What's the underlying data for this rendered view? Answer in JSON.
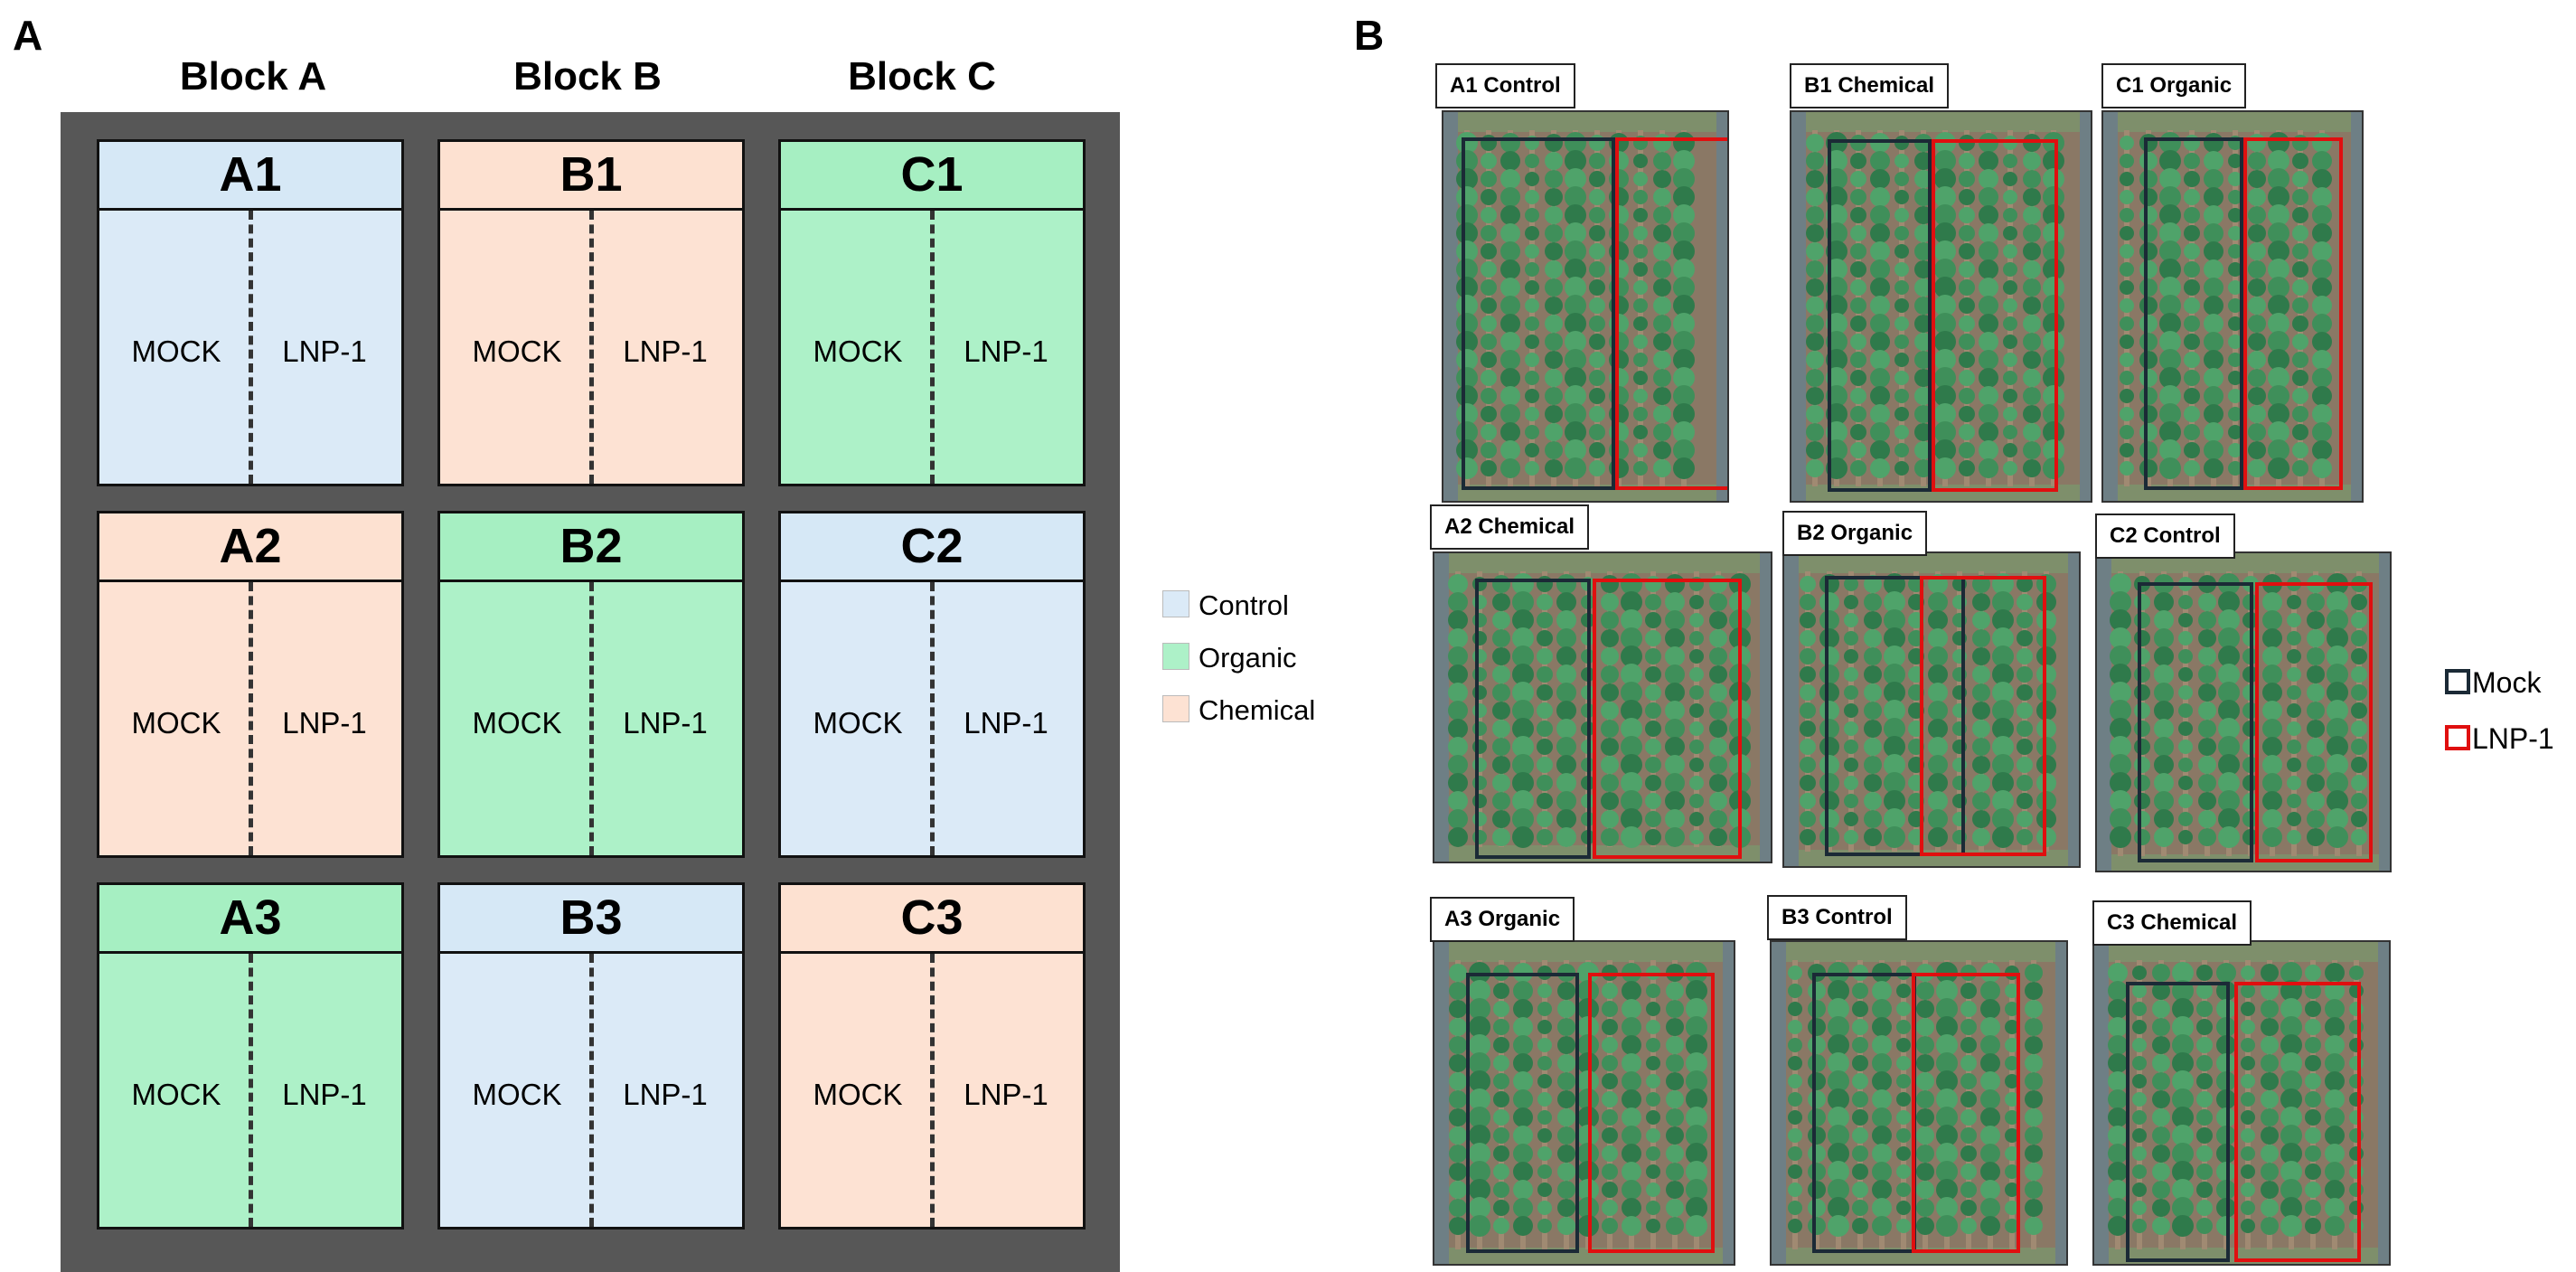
{
  "panel_a": {
    "letter": "A",
    "blocks": [
      "Block A",
      "Block B",
      "Block C"
    ],
    "plots": [
      {
        "id": "A1",
        "treatment": "Control",
        "left_label": "MOCK",
        "right_label": "LNP-1"
      },
      {
        "id": "B1",
        "treatment": "Chemical",
        "left_label": "MOCK",
        "right_label": "LNP-1"
      },
      {
        "id": "C1",
        "treatment": "Organic",
        "left_label": "MOCK",
        "right_label": "LNP-1"
      },
      {
        "id": "A2",
        "treatment": "Chemical",
        "left_label": "MOCK",
        "right_label": "LNP-1"
      },
      {
        "id": "B2",
        "treatment": "Organic",
        "left_label": "MOCK",
        "right_label": "LNP-1"
      },
      {
        "id": "C2",
        "treatment": "Control",
        "left_label": "MOCK",
        "right_label": "LNP-1"
      },
      {
        "id": "A3",
        "treatment": "Organic",
        "left_label": "MOCK",
        "right_label": "LNP-1"
      },
      {
        "id": "B3",
        "treatment": "Control",
        "left_label": "MOCK",
        "right_label": "LNP-1"
      },
      {
        "id": "C3",
        "treatment": "Chemical",
        "left_label": "MOCK",
        "right_label": "LNP-1"
      }
    ],
    "legend": [
      {
        "label": "Control",
        "color": "#dbeaf7"
      },
      {
        "label": "Organic",
        "color": "#adf1c8"
      },
      {
        "label": "Chemical",
        "color": "#fde2d3"
      }
    ]
  },
  "panel_b": {
    "letter": "B",
    "photos": [
      {
        "tag": "A1  Control"
      },
      {
        "tag": "B1 Chemical"
      },
      {
        "tag": "C1  Organic"
      },
      {
        "tag": "A2 Chemical"
      },
      {
        "tag": "B2  Organic"
      },
      {
        "tag": "C2 Control"
      },
      {
        "tag": "A3  Organic"
      },
      {
        "tag": "B3  Control"
      },
      {
        "tag": "C3  Chemical"
      }
    ],
    "legend": [
      {
        "label": "Mock",
        "color": "#1b2a36"
      },
      {
        "label": "LNP-1",
        "color": "#e00f0f"
      }
    ]
  }
}
